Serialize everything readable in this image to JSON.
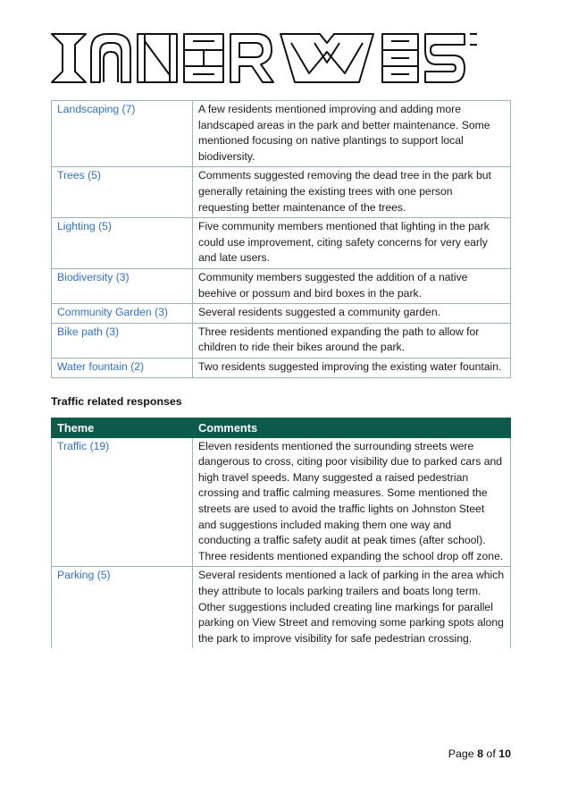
{
  "header": {
    "logo_text": "INNER WEST"
  },
  "table1": {
    "rows": [
      {
        "theme": "Landscaping (7)",
        "comment": "A few residents mentioned improving and adding more landscaped areas in the park and better maintenance. Some mentioned focusing on native plantings to support local biodiversity."
      },
      {
        "theme": "Trees (5)",
        "comment": "Comments suggested removing the dead tree in the park but generally retaining the existing trees with one person requesting better maintenance of the trees."
      },
      {
        "theme": "Lighting (5)",
        "comment": "Five community members mentioned that lighting in the park could use improvement, citing safety concerns for very early and late users."
      },
      {
        "theme": "Biodiversity (3)",
        "comment": "Community members suggested the addition of a native beehive or possum and bird boxes in the park."
      },
      {
        "theme": "Community Garden (3)",
        "comment": "Several residents suggested a community garden."
      },
      {
        "theme": "Bike path (3)",
        "comment": "Three residents mentioned expanding the path to allow for children to ride their bikes around the park."
      },
      {
        "theme": "Water fountain (2)",
        "comment": "Two residents suggested improving the existing water fountain."
      }
    ]
  },
  "section": {
    "heading": "Traffic related responses"
  },
  "table2": {
    "headers": {
      "theme": "Theme",
      "comments": "Comments"
    },
    "rows": [
      {
        "theme": "Traffic (19)",
        "comment": "Eleven residents mentioned the surrounding streets were dangerous to cross, citing poor visibility due to parked cars and high travel speeds. Many suggested a raised pedestrian crossing and traffic calming measures. Some mentioned the streets are used to avoid the traffic lights on Johnston Steet and suggestions included making them one way and conducting a traffic safety audit at peak times (after school). Three residents mentioned expanding the school drop off zone."
      },
      {
        "theme": "Parking (5)",
        "comment": "Several residents mentioned a lack of parking in the area which they attribute to locals parking trailers and boats long term. Other suggestions included creating line markings for parallel parking on View Street and removing some parking spots along the park to improve visibility for safe pedestrian crossing."
      }
    ]
  },
  "footer": {
    "prefix": "Page ",
    "current": "8",
    "middle": " of ",
    "total": "10"
  }
}
